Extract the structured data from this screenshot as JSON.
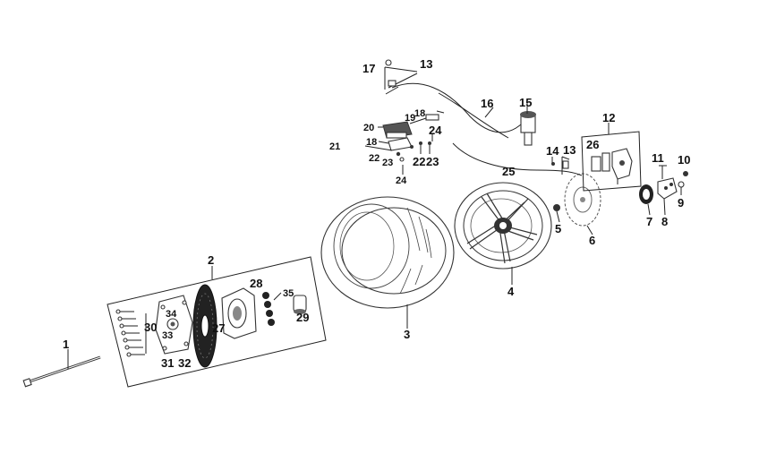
{
  "diagram": {
    "callouts": [
      {
        "id": "c1",
        "text": "1"
      },
      {
        "id": "c2",
        "text": "2"
      },
      {
        "id": "c3",
        "text": "3"
      },
      {
        "id": "c4",
        "text": "4"
      },
      {
        "id": "c5",
        "text": "5"
      },
      {
        "id": "c6",
        "text": "6"
      },
      {
        "id": "c7",
        "text": "7"
      },
      {
        "id": "c8",
        "text": "8"
      },
      {
        "id": "c9",
        "text": "9"
      },
      {
        "id": "c10",
        "text": "10"
      },
      {
        "id": "c11",
        "text": "11"
      },
      {
        "id": "c12",
        "text": "12"
      },
      {
        "id": "c13a",
        "text": "13"
      },
      {
        "id": "c13b",
        "text": "13"
      },
      {
        "id": "c14",
        "text": "14"
      },
      {
        "id": "c15",
        "text": "15"
      },
      {
        "id": "c16",
        "text": "16"
      },
      {
        "id": "c17",
        "text": "17"
      },
      {
        "id": "c18a",
        "text": "18"
      },
      {
        "id": "c18b",
        "text": "18"
      },
      {
        "id": "c19",
        "text": "19"
      },
      {
        "id": "c20",
        "text": "20"
      },
      {
        "id": "c21",
        "text": "21"
      },
      {
        "id": "c22a",
        "text": "22"
      },
      {
        "id": "c22b",
        "text": "22"
      },
      {
        "id": "c23a",
        "text": "23"
      },
      {
        "id": "c23b",
        "text": "23"
      },
      {
        "id": "c24a",
        "text": "24"
      },
      {
        "id": "c24b",
        "text": "24"
      },
      {
        "id": "c25",
        "text": "25"
      },
      {
        "id": "c26",
        "text": "26"
      },
      {
        "id": "c27",
        "text": "27"
      },
      {
        "id": "c28",
        "text": "28"
      },
      {
        "id": "c29",
        "text": "29"
      },
      {
        "id": "c30",
        "text": "30"
      },
      {
        "id": "c31",
        "text": "31"
      },
      {
        "id": "c32",
        "text": "32"
      },
      {
        "id": "c33",
        "text": "33"
      },
      {
        "id": "c34",
        "text": "34"
      },
      {
        "id": "c35",
        "text": "35"
      }
    ]
  }
}
